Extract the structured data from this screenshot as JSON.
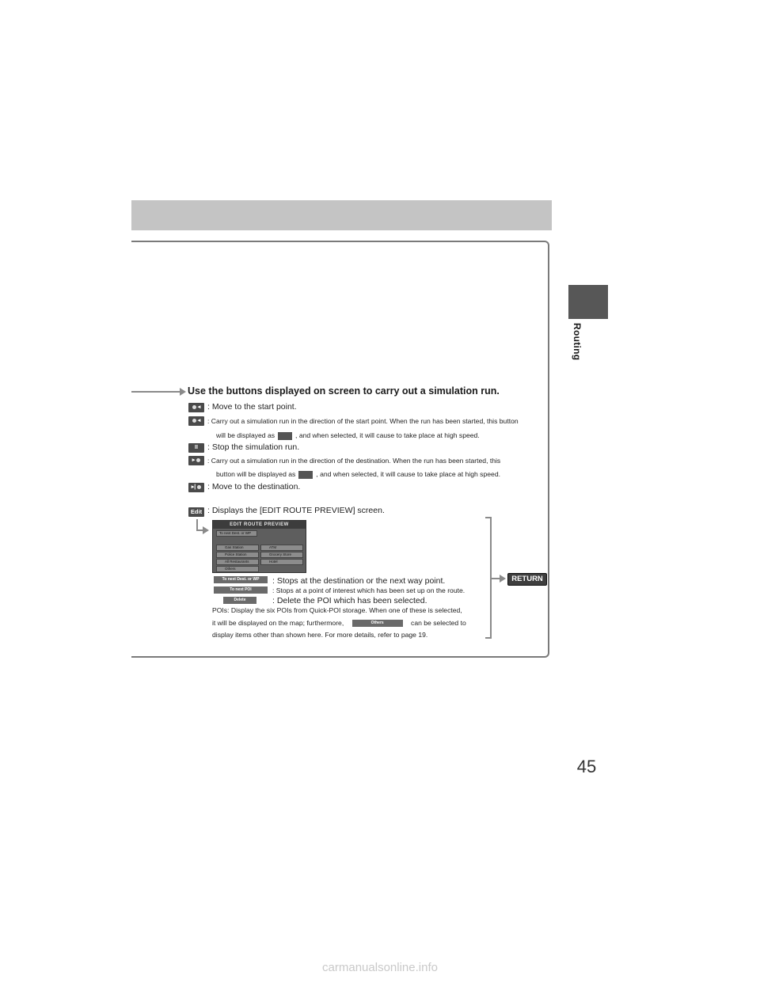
{
  "side_tab": {
    "label": "Routing"
  },
  "page_number": "45",
  "watermark": "carmanualsonline.info",
  "intro": "Use the buttons displayed on screen to carry out a simulation run.",
  "rows": [
    {
      "text": ":  Move to the start point."
    },
    {
      "text": ":  Carry out a simulation run in the direction of the start point. When the run has been started, this button",
      "cont_before": "will be displayed as",
      "cont_after": ", and when selected, it will cause to take place at high speed."
    },
    {
      "text": ":  Stop the simulation run."
    },
    {
      "text": ":  Carry out a simulation run in the direction of the destination. When the run has been started, this",
      "cont_before": "button will be displayed as",
      "cont_after": ", and when selected, it will cause to take place at high speed."
    },
    {
      "text": ":  Move to the destination."
    },
    {
      "text": ":  Displays the [EDIT ROUTE PREVIEW] screen."
    }
  ],
  "edit_button_label": "Edit",
  "preview": {
    "title": "EDIT ROUTE PREVIEW",
    "dest_button": "To next Dest. or WP",
    "items": [
      "Gas Station",
      "ATM",
      "Police Station",
      "Grocery Store",
      "All Restaurants",
      "Hotel",
      "Others"
    ]
  },
  "legend": [
    {
      "button": "To next Dest. or WP",
      "text": ": Stops at the destination or the next way point."
    },
    {
      "button": "To next POI",
      "text": ": Stops at a point of interest which has been set up on the route."
    },
    {
      "button": "Delete",
      "text": ": Delete the POI which has been selected."
    }
  ],
  "pois": {
    "line1": "POIs: Display the six POIs from Quick-POI storage. When one of these is selected,",
    "line2_before": "it will be displayed on the map; furthermore,",
    "others_button": "Others",
    "line2_after": "can be selected to",
    "line3": "display items other than shown here. For more details, refer to page 19."
  },
  "return_button": "RETURN",
  "colors": {
    "header_bar": "#c4c4c4",
    "side_tab": "#575757",
    "button": "#4a4a4a"
  }
}
